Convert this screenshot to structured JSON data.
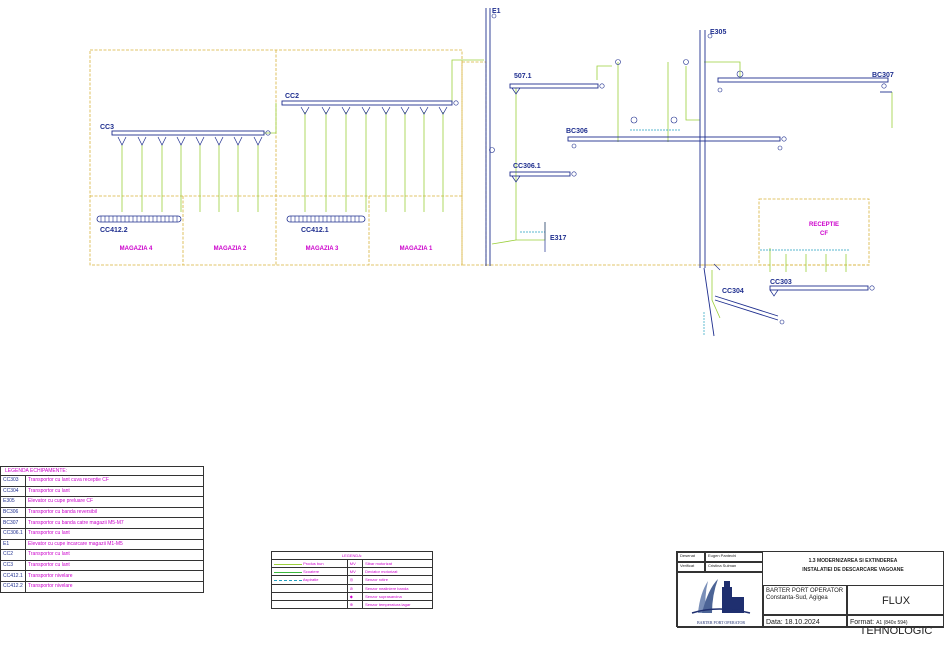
{
  "conveyors": {
    "cc3": "CC3",
    "cc2": "CC2",
    "cc412_2": "CC412.2",
    "cc412_1": "CC412.1",
    "e1": "E1",
    "s507_1": "507.1",
    "e305": "E305",
    "bc307": "BC307",
    "bc306": "BC306",
    "cc306_1": "CC306.1",
    "e317": "E317",
    "cc304": "CC304",
    "cc303": "CC303"
  },
  "warehouses": [
    "MAGAZIA 4",
    "MAGAZIA 2",
    "MAGAZIA 3",
    "MAGAZIA 1"
  ],
  "reception": {
    "line1": "RECEPTIE",
    "line2": "CF"
  },
  "equipment_legend": {
    "title": "LEGENDA ECHIPAMENTE:",
    "rows": [
      {
        "code": "CC303",
        "desc": "Transportor cu lant cuva receptie CF"
      },
      {
        "code": "CC304",
        "desc": "Transportor cu lant"
      },
      {
        "code": "E305",
        "desc": "Elevator cu cupe preluare CF"
      },
      {
        "code": "BC306",
        "desc": "Transportor cu banda reversibil"
      },
      {
        "code": "BC307",
        "desc": "Transportor cu banda catre magazii M5-M7"
      },
      {
        "code": "CC306.1",
        "desc": "Transportor cu lant"
      },
      {
        "code": "E1",
        "desc": "Elevator cu cupe incarcare magazii M1-M5"
      },
      {
        "code": "CC2",
        "desc": "Transportor cu lant"
      },
      {
        "code": "CC3",
        "desc": "Transportor cu lant"
      },
      {
        "code": "CC412.1",
        "desc": "Transportor nivelare"
      },
      {
        "code": "CC412.2",
        "desc": "Transportor nivelare"
      }
    ]
  },
  "line_legend": {
    "title": "LEGENDA:",
    "rows": [
      {
        "line": "Produs bun",
        "color": "#9bcf3b",
        "code": "MV",
        "desc": "Sibar motorizat"
      },
      {
        "line": "Scoatere",
        "color": "#3bb83b",
        "code": "MV",
        "desc": "Deviator motorizat"
      },
      {
        "line": "Aspiratie",
        "color": "#22a0c0",
        "code": "",
        "desc": "Senzor rotire"
      },
      {
        "line": "",
        "color": "",
        "code": "",
        "desc": "Senzor nealiniere banda"
      },
      {
        "line": "",
        "color": "",
        "code": "",
        "desc": "Senzor suprasarcina"
      },
      {
        "line": "",
        "color": "",
        "code": "",
        "desc": "Senzor temperatura lagar"
      }
    ]
  },
  "title_block": {
    "drawn_label": "Desenat",
    "drawn_name": "Eugen Pantechi",
    "checked_label": "Verificat",
    "checked_name": "Cristina Sulman",
    "project_line1": "1.3 MODERNIZAREA SI EXTINDEREA",
    "project_line2": "INSTALATIEI DE DESCARCARE VAGOANE",
    "company_line1": "BARTER PORT OPERATOR",
    "company_line2": "Constanta-Sud, Agigea",
    "drawing_title": "FLUX TEHNOLOGIC",
    "date_label": "Data:",
    "date_value": "18.10.2024",
    "format_label": "Format:",
    "format_value": "A1 (840x 594)",
    "logo_text": "BARTER PORT OPERATOR"
  },
  "colors": {
    "structure": "#d7b23a",
    "product": "#9bcf3b",
    "conveyor": "#1f2f8f",
    "aspiration": "#22a0c0",
    "label": "#cc00cc"
  }
}
